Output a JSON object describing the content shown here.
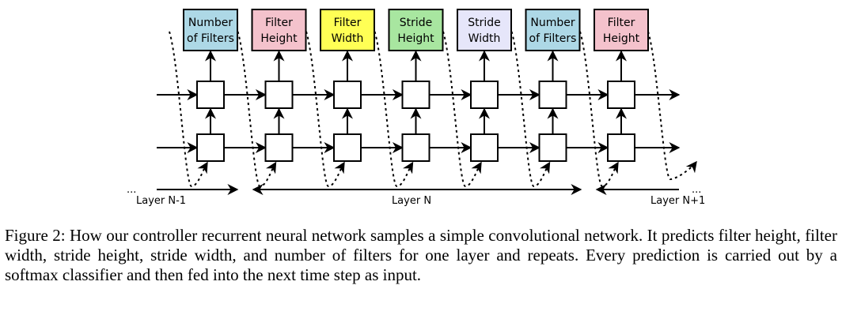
{
  "figure": {
    "output_boxes": [
      {
        "line1": "Number",
        "line2": "of Filters",
        "color": "#add8e6"
      },
      {
        "line1": "Filter",
        "line2": "Height",
        "color": "#f4c2cc"
      },
      {
        "line1": "Filter",
        "line2": "Width",
        "color": "#ffff55"
      },
      {
        "line1": "Stride",
        "line2": "Height",
        "color": "#a8e6a0"
      },
      {
        "line1": "Stride",
        "line2": "Width",
        "color": "#e6e6fa"
      },
      {
        "line1": "Number",
        "line2": "of Filters",
        "color": "#add8e6"
      },
      {
        "line1": "Filter",
        "line2": "Height",
        "color": "#f4c2cc"
      }
    ],
    "layers": {
      "prev": {
        "label": "Layer N-1",
        "ellipsis": "..."
      },
      "current": {
        "label": "Layer N"
      },
      "next": {
        "label": "Layer N+1",
        "ellipsis": "..."
      }
    }
  },
  "caption": "Figure 2: How our controller recurrent neural network samples a simple convolutional network. It predicts filter height, filter width, stride height, stride width, and number of filters for one layer and repeats. Every prediction is carried out by a softmax classifier and then fed into the next time step as input."
}
